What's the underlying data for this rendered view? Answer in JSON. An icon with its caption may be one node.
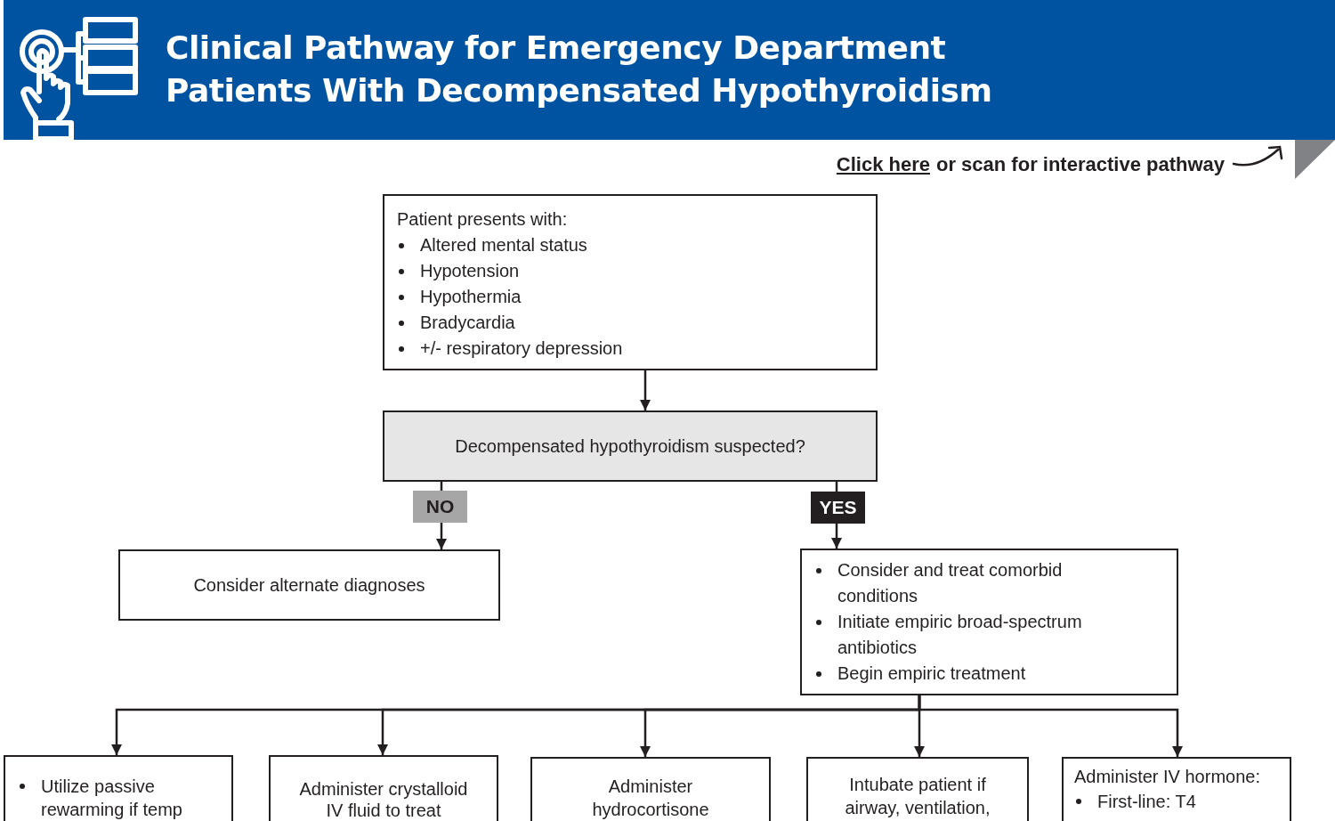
{
  "diagram": {
    "title": "Clinical Pathway for Emergency Department Patients With Decompensated Hypothyroidism",
    "nodes": [
      {
        "text": [
          "Patient presents with:",
          "Altered mental status",
          "Hypotension",
          "Hypothermia",
          "Bradycardia",
          "+/- respiratory depression"
        ]
      },
      {
        "text": [
          "Decompensated hypothyroidism suspected?"
        ]
      },
      {
        "text": [
          "Consider alternate diagnoses"
        ]
      },
      {
        "text": [
          "Consider and treat comorbid conditions",
          "Initiate empiric broad-spectrum antibiotics",
          "Begin empiric treatment"
        ]
      },
      {
        "text": [
          "Utilize passive rewarming if temp"
        ]
      },
      {
        "text": [
          "Administer crystalloid IV fluid to treat"
        ]
      },
      {
        "text": [
          "Administer hydrocortisone"
        ]
      },
      {
        "text": [
          "Intubate patient if airway, ventilation,"
        ]
      },
      {
        "text": [
          "Administer IV hormone:",
          "First-line: T4"
        ]
      }
    ],
    "edges": [
      {
        "from": 0,
        "to": 1,
        "arrow": "to"
      },
      {
        "from": 1,
        "to": 2,
        "arrow": "to",
        "label": "NO"
      },
      {
        "from": 1,
        "to": 3,
        "arrow": "to",
        "label": "YES"
      },
      {
        "from": 3,
        "to": 4,
        "arrow": "to"
      },
      {
        "from": 3,
        "to": 5,
        "arrow": "to"
      },
      {
        "from": 3,
        "to": 6,
        "arrow": "to"
      },
      {
        "from": 3,
        "to": 7,
        "arrow": "to"
      },
      {
        "from": 3,
        "to": 8,
        "arrow": "to"
      }
    ],
    "labels": [
      "Click here",
      "or scan for interactive pathway"
    ]
  }
}
